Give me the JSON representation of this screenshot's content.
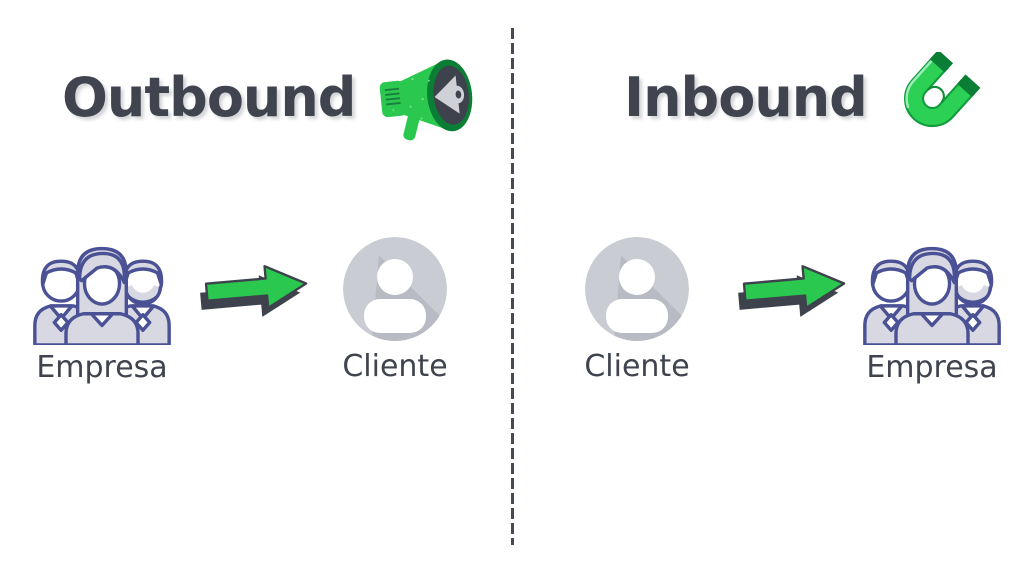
{
  "page": {
    "background": "#ffffff",
    "divider_style": "vertical-dashed-line"
  },
  "colors": {
    "text": "#3F444E",
    "divider": "#454A54",
    "green": "#2BC84F",
    "green_dark": "#0B7E35",
    "extrude_shadow": "#3D424C",
    "people_outline_indigo": "#4A5195",
    "people_fill_gray": "#D7D8E1",
    "avatar_gray": "#C9CCD3",
    "avatar_shadow_gray": "#B8BBC4"
  },
  "left_panel": {
    "title": "Outbound",
    "title_icon": "megaphone-icon",
    "source": {
      "label": "Empresa",
      "icon": "company-group-icon"
    },
    "arrow": "right-arrow-icon",
    "target": {
      "label": "Cliente",
      "icon": "person-avatar-icon"
    }
  },
  "right_panel": {
    "title": "Inbound",
    "title_icon": "magnet-icon",
    "source": {
      "label": "Cliente",
      "icon": "person-avatar-icon"
    },
    "arrow": "right-arrow-icon",
    "target": {
      "label": "Empresa",
      "icon": "company-group-icon"
    }
  }
}
